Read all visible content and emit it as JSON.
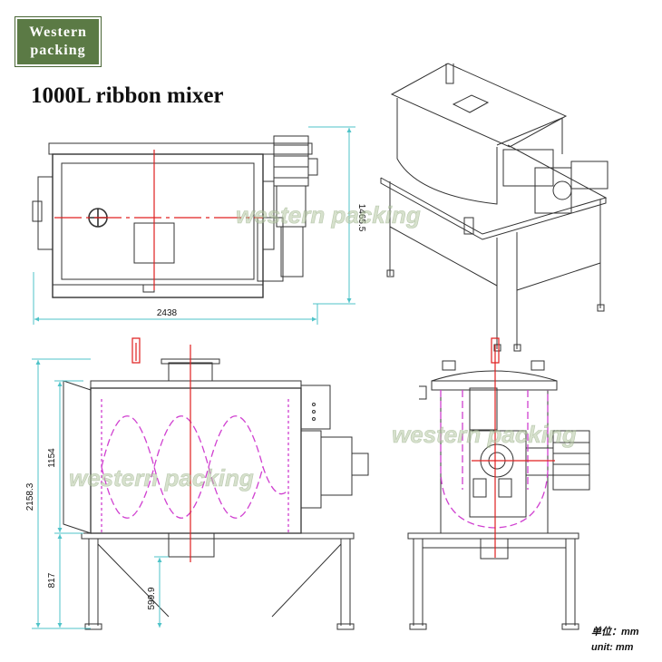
{
  "logo": {
    "line1": "Western",
    "line2": "packing"
  },
  "title": "1000L ribbon mixer",
  "watermark": "western packing",
  "dimensions": {
    "top_width": "2438",
    "top_height": "1465.5",
    "front_total_height": "2158.3",
    "front_tank_height": "1154",
    "front_stand_height": "817",
    "front_outlet_height": "599.9"
  },
  "units": {
    "cn": "单位：mm",
    "en": "unit:  mm"
  },
  "colors": {
    "line": "#333333",
    "dim": "#4fc3c8",
    "axis": "#e02020",
    "ribbon": "#d040d0",
    "logo_bg": "#5b7a45"
  }
}
